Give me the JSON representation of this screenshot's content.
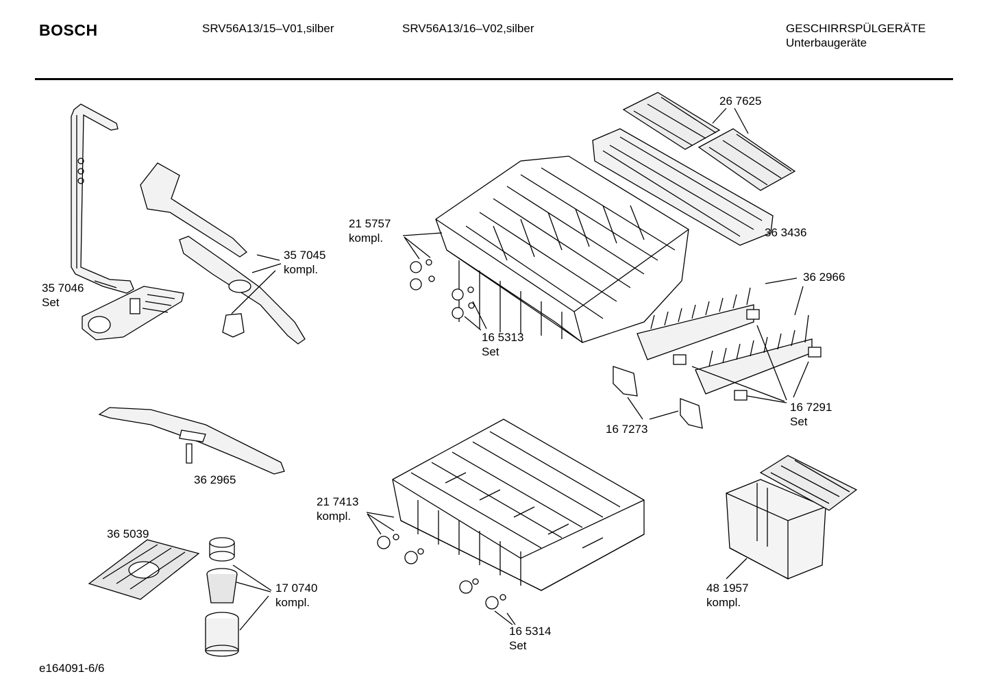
{
  "header": {
    "brand": "BOSCH",
    "model_1": "SRV56A13/15–V01,silber",
    "model_2": "SRV56A13/16–V02,silber",
    "category": "GESCHIRRSPÜLGERÄTE",
    "subcategory": "Unterbaugeräte"
  },
  "footer": {
    "doc_id": "e164091-6/6"
  },
  "parts": [
    {
      "id": "p357046",
      "number": "35 7046",
      "note": "Set"
    },
    {
      "id": "p357045",
      "number": "35 7045",
      "note": "kompl."
    },
    {
      "id": "p215757",
      "number": "21 5757",
      "note": "kompl."
    },
    {
      "id": "p165313",
      "number": "16 5313",
      "note": "Set"
    },
    {
      "id": "p267625",
      "number": "26 7625",
      "note": ""
    },
    {
      "id": "p363436",
      "number": "36 3436",
      "note": ""
    },
    {
      "id": "p362966",
      "number": "36 2966",
      "note": ""
    },
    {
      "id": "p167291",
      "number": "16 7291",
      "note": "Set"
    },
    {
      "id": "p167273",
      "number": "16 7273",
      "note": ""
    },
    {
      "id": "p362965",
      "number": "36 2965",
      "note": ""
    },
    {
      "id": "p365039",
      "number": "36 5039",
      "note": ""
    },
    {
      "id": "p170740",
      "number": "17 0740",
      "note": "kompl."
    },
    {
      "id": "p217413",
      "number": "21 7413",
      "note": "kompl."
    },
    {
      "id": "p165314",
      "number": "16 5314",
      "note": "Set"
    },
    {
      "id": "p481957",
      "number": "48 1957",
      "note": "kompl."
    }
  ]
}
